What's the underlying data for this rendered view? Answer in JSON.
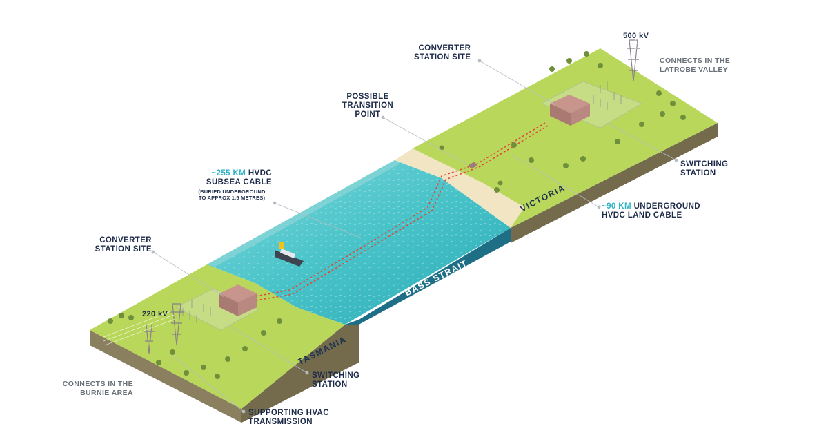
{
  "labels": {
    "converter_vic_line1": "CONVERTER",
    "converter_vic_line2": "STATION SITE",
    "voltage_vic": "500 kV",
    "connects_vic_line1": "CONNECTS IN THE",
    "connects_vic_line2": "LATROBE VALLEY",
    "transition_line1": "POSSIBLE",
    "transition_line2": "TRANSITION",
    "transition_line3": "POINT",
    "subsea_km": "~255 KM",
    "subsea_hvdc": " HVDC",
    "subsea_line2": "SUBSEA CABLE",
    "subsea_note_line1": "(BURIED UNDERGROUND",
    "subsea_note_line2": "TO APPROX 1.5 METRES)",
    "switching_vic_line1": "SWITCHING",
    "switching_vic_line2": "STATION",
    "land_km": "~90 KM",
    "land_rest": " UNDERGROUND",
    "land_line2": "HVDC LAND CABLE",
    "converter_tas_line1": "CONVERTER",
    "converter_tas_line2": "STATION SITE",
    "voltage_tas": "220 kV",
    "switching_tas_line1": "SWITCHING",
    "switching_tas_line2": "STATION",
    "connects_tas_line1": "CONNECTS IN THE",
    "connects_tas_line2": "BURNIE AREA",
    "hvac_line1": "SUPPORTING HVAC",
    "hvac_line2": "TRANSMISSION",
    "region_victoria": "VICTORIA",
    "region_bass_strait": "BASS STRAIT",
    "region_tasmania": "TASMANIA"
  },
  "colors": {
    "grass_top": "#b9d75a",
    "grass_side": "#a6c64d",
    "earth_side": "#8a7f5e",
    "earth_front": "#6f6749",
    "sea_surface": "#48c3c8",
    "sea_deep": "#1d8f9b",
    "sea_front": "#1e6f85",
    "sand": "#f1e5c4",
    "label_text": "#1d2b4a",
    "highlight": "#2fb3c6",
    "cable": "#e0483c"
  }
}
